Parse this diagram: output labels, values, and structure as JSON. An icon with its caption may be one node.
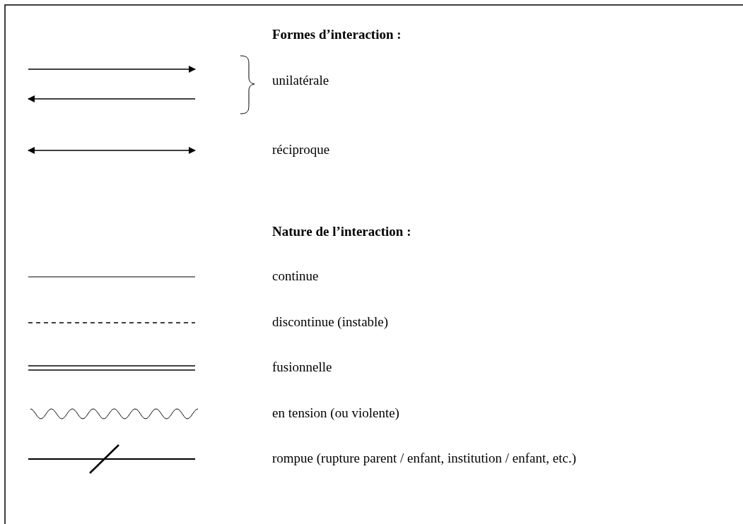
{
  "diagram": {
    "labels": [
      "Formes d’interaction :",
      "Nature de l’interaction :"
    ],
    "legend": [
      {
        "text": "unilatérale"
      },
      {
        "text": "réciproque"
      },
      {
        "text": "continue"
      },
      {
        "text": "discontinue (instable)"
      },
      {
        "text": "fusionnelle"
      },
      {
        "text": "en tension (ou violente)"
      },
      {
        "text": "rompue (rupture parent / enfant, institution / enfant, etc.)"
      }
    ]
  }
}
